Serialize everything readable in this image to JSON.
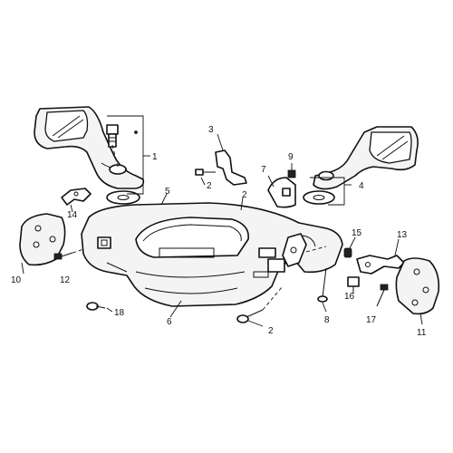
{
  "callouts": {
    "c1": "1",
    "c2a": "2",
    "c2b": "2",
    "c2c": "2",
    "c3": "3",
    "c4": "4",
    "c5": "5",
    "c6": "6",
    "c7": "7",
    "c8": "8",
    "c9": "9",
    "c10": "10",
    "c11": "11",
    "c12": "12",
    "c13": "13",
    "c14": "14",
    "c15": "15",
    "c16": "16",
    "c17": "17",
    "c18": "18"
  }
}
